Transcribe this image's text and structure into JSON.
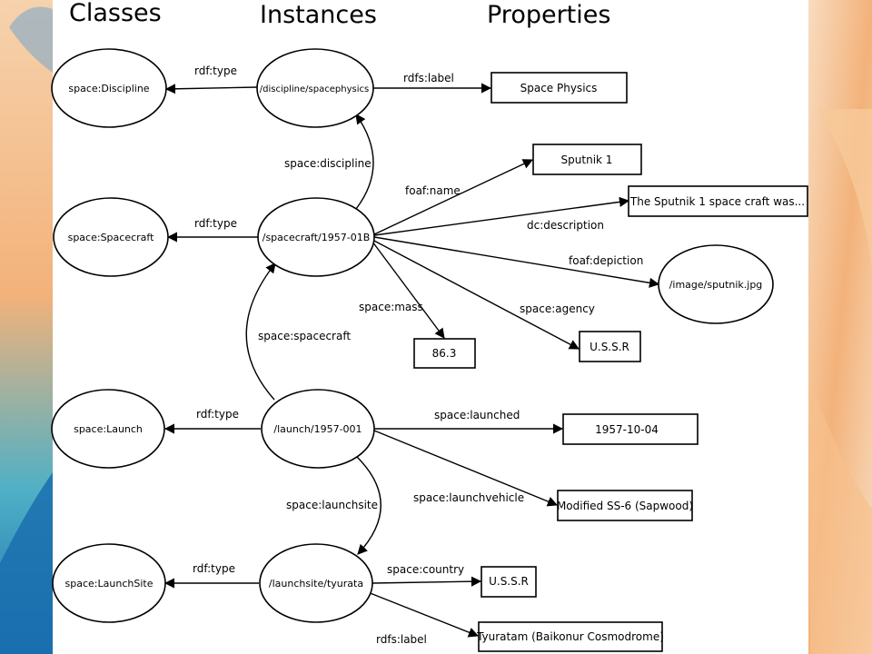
{
  "headers": {
    "classes": "Classes",
    "instances": "Instances",
    "properties": "Properties"
  },
  "classes": {
    "discipline": "space:Discipline",
    "spacecraft": "space:Spacecraft",
    "launch": "space:Launch",
    "launchsite": "space:LaunchSite"
  },
  "instances": {
    "spacephysics": "/discipline/spacephysics",
    "spacecraft": "/spacecraft/1957-01B",
    "launch": "/launch/1957-001",
    "launchsite": "/launchsite/tyurata"
  },
  "literals": {
    "space_physics": "Space Physics",
    "sputnik_name": "Sputnik 1",
    "description": "The Sputnik 1 space craft was...",
    "image": "/image/sputnik.jpg",
    "agency": "U.S.S.R",
    "mass": "86.3",
    "launched": "1957-10-04",
    "vehicle": "Modified SS-6 (Sapwood)",
    "country": "U.S.S.R",
    "site_label": "Tyuratam (Baikonur Cosmodrome)"
  },
  "edges": {
    "rdf_type": "rdf:type",
    "rdfs_label": "rdfs:label",
    "space_discipline": "space:discipline",
    "foaf_name": "foaf:name",
    "dc_description": "dc:description",
    "foaf_depiction": "foaf:depiction",
    "space_agency": "space:agency",
    "space_mass": "space:mass",
    "space_spacecraft": "space:spacecraft",
    "space_launched": "space:launched",
    "space_launchvehicle": "space:launchvehicle",
    "space_launchsite": "space:launchsite",
    "space_country": "space:country"
  },
  "colors": {
    "bg_left_blue": "#1a6fae",
    "bg_left_teal": "#4fb0c6",
    "bg_orange": "#f3b27a",
    "bg_cream": "#f8dcc0"
  }
}
